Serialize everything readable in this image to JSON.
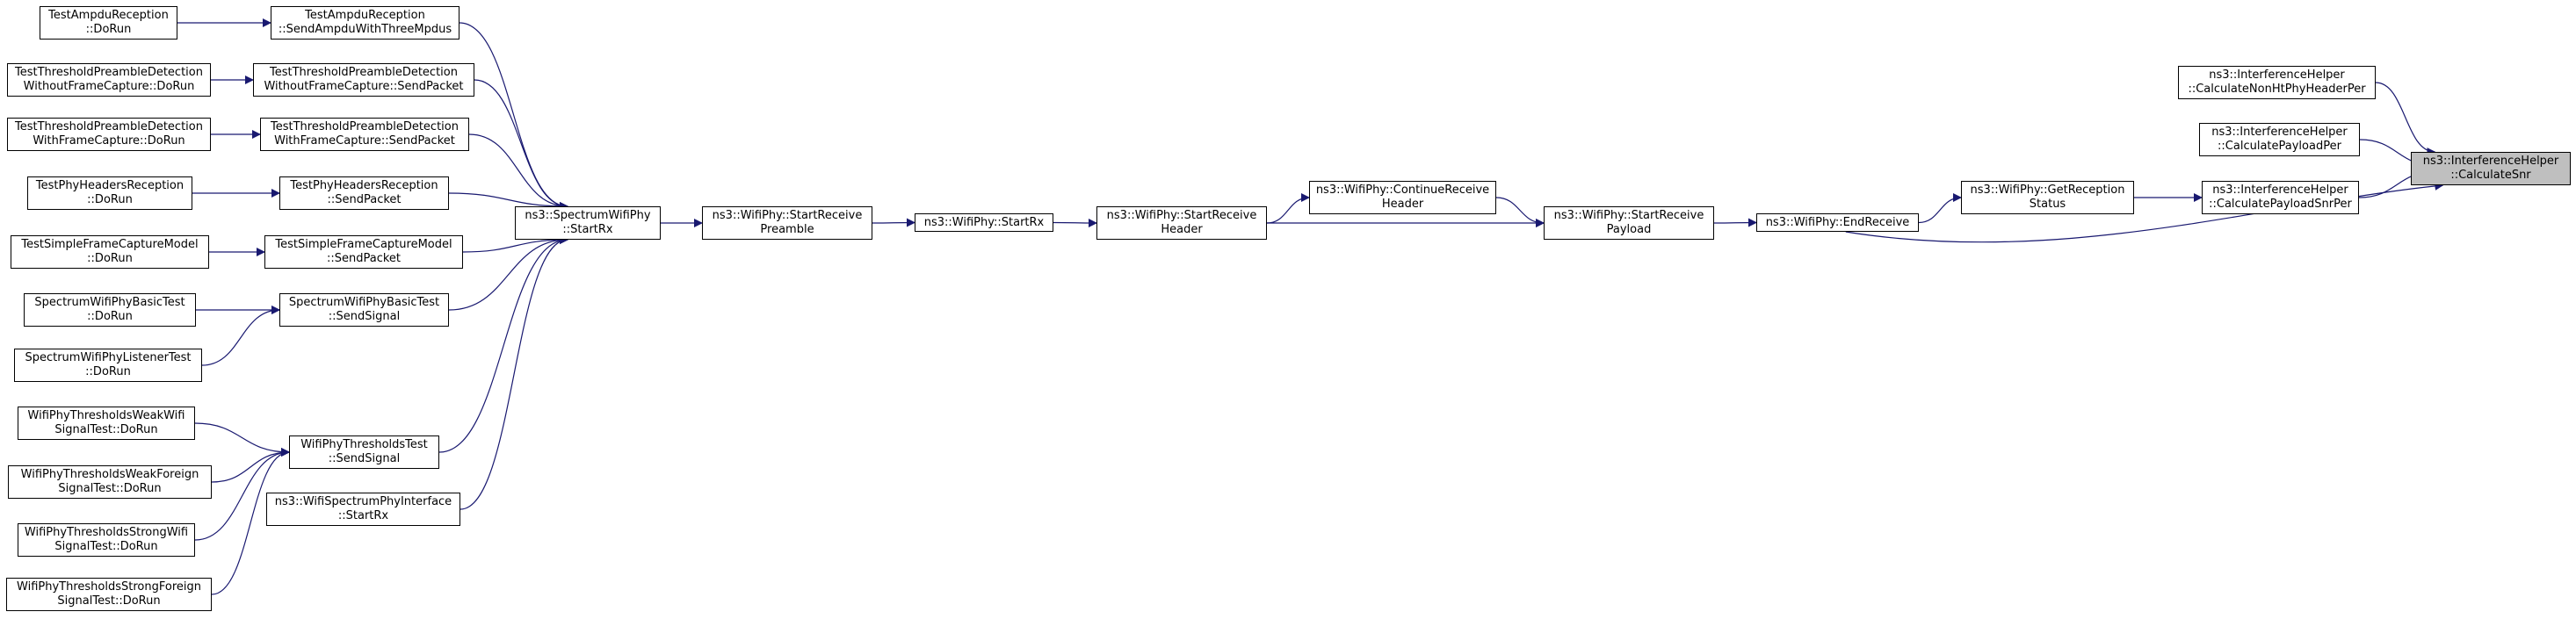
{
  "colors": {
    "edge": "#191970",
    "node_border": "#000000",
    "current_fill": "#bfbfbf"
  },
  "nodes": {
    "ampdu_dorun": {
      "lines": [
        "TestAmpduReception",
        "::DoRun"
      ]
    },
    "ampdu_send": {
      "lines": [
        "TestAmpduReception",
        "::SendAmpduWithThreeMpdus"
      ]
    },
    "tpdwo_dorun": {
      "lines": [
        "TestThresholdPreambleDetection",
        "WithoutFrameCapture::DoRun"
      ]
    },
    "tpdwo_send": {
      "lines": [
        "TestThresholdPreambleDetection",
        "WithoutFrameCapture::SendPacket"
      ]
    },
    "tpdw_dorun": {
      "lines": [
        "TestThresholdPreambleDetection",
        "WithFrameCapture::DoRun"
      ]
    },
    "tpdw_send": {
      "lines": [
        "TestThresholdPreambleDetection",
        "WithFrameCapture::SendPacket"
      ]
    },
    "phyhdr_dorun": {
      "lines": [
        "TestPhyHeadersReception",
        "::DoRun"
      ]
    },
    "phyhdr_send": {
      "lines": [
        "TestPhyHeadersReception",
        "::SendPacket"
      ]
    },
    "sfc_dorun": {
      "lines": [
        "TestSimpleFrameCaptureModel",
        "::DoRun"
      ]
    },
    "sfc_send": {
      "lines": [
        "TestSimpleFrameCaptureModel",
        "::SendPacket"
      ]
    },
    "swpb_dorun": {
      "lines": [
        "SpectrumWifiPhyBasicTest",
        "::DoRun"
      ]
    },
    "swpb_send": {
      "lines": [
        "SpectrumWifiPhyBasicTest",
        "::SendSignal"
      ]
    },
    "swpl_dorun": {
      "lines": [
        "SpectrumWifiPhyListenerTest",
        "::DoRun"
      ]
    },
    "wpt_send": {
      "lines": [
        "WifiPhyThresholdsTest",
        "::SendSignal"
      ]
    },
    "wptww_dorun": {
      "lines": [
        "WifiPhyThresholdsWeakWifi",
        "SignalTest::DoRun"
      ]
    },
    "wptwf_dorun": {
      "lines": [
        "WifiPhyThresholdsWeakForeign",
        "SignalTest::DoRun"
      ]
    },
    "wptsw_dorun": {
      "lines": [
        "WifiPhyThresholdsStrongWifi",
        "SignalTest::DoRun"
      ]
    },
    "wptsf_dorun": {
      "lines": [
        "WifiPhyThresholdsStrongForeign",
        "SignalTest::DoRun"
      ]
    },
    "wspi_startrx": {
      "lines": [
        "ns3::WifiSpectrumPhyInterface",
        "::StartRx"
      ]
    },
    "swp_startrx": {
      "lines": [
        "ns3::SpectrumWifiPhy",
        "::StartRx"
      ]
    },
    "start_preamble": {
      "lines": [
        "ns3::WifiPhy::StartReceive",
        "Preamble"
      ]
    },
    "startrx": {
      "lines": [
        "ns3::WifiPhy::StartRx"
      ]
    },
    "start_header": {
      "lines": [
        "ns3::WifiPhy::StartReceive",
        "Header"
      ]
    },
    "continue_header": {
      "lines": [
        "ns3::WifiPhy::ContinueReceive",
        "Header"
      ]
    },
    "start_payload": {
      "lines": [
        "ns3::WifiPhy::StartReceive",
        "Payload"
      ]
    },
    "end_receive": {
      "lines": [
        "ns3::WifiPhy::EndReceive"
      ]
    },
    "get_status": {
      "lines": [
        "ns3::WifiPhy::GetReception",
        "Status"
      ]
    },
    "calc_payload_snrper": {
      "lines": [
        "ns3::InterferenceHelper",
        "::CalculatePayloadSnrPer"
      ]
    },
    "calc_payload_per": {
      "lines": [
        "ns3::InterferenceHelper",
        "::CalculatePayloadPer"
      ]
    },
    "calc_nonht_per": {
      "lines": [
        "ns3::InterferenceHelper",
        "::CalculateNonHtPhyHeaderPer"
      ]
    },
    "calc_snr": {
      "lines": [
        "ns3::InterferenceHelper",
        "::CalculateSnr"
      ]
    }
  },
  "edges": [
    [
      "ampdu_dorun",
      "ampdu_send"
    ],
    [
      "tpdwo_dorun",
      "tpdwo_send"
    ],
    [
      "tpdw_dorun",
      "tpdw_send"
    ],
    [
      "phyhdr_dorun",
      "phyhdr_send"
    ],
    [
      "sfc_dorun",
      "sfc_send"
    ],
    [
      "swpb_dorun",
      "swpb_send"
    ],
    [
      "swpl_dorun",
      "swpb_send"
    ],
    [
      "wptww_dorun",
      "wpt_send"
    ],
    [
      "wptwf_dorun",
      "wpt_send"
    ],
    [
      "wptsw_dorun",
      "wpt_send"
    ],
    [
      "wptsf_dorun",
      "wpt_send"
    ],
    [
      "ampdu_send",
      "swp_startrx"
    ],
    [
      "tpdwo_send",
      "swp_startrx"
    ],
    [
      "tpdw_send",
      "swp_startrx"
    ],
    [
      "phyhdr_send",
      "swp_startrx"
    ],
    [
      "sfc_send",
      "swp_startrx"
    ],
    [
      "swpb_send",
      "swp_startrx"
    ],
    [
      "wpt_send",
      "swp_startrx"
    ],
    [
      "wspi_startrx",
      "swp_startrx"
    ],
    [
      "swp_startrx",
      "start_preamble"
    ],
    [
      "start_preamble",
      "startrx"
    ],
    [
      "startrx",
      "start_header"
    ],
    [
      "start_header",
      "continue_header"
    ],
    [
      "start_header",
      "start_payload"
    ],
    [
      "continue_header",
      "start_payload"
    ],
    [
      "start_payload",
      "end_receive"
    ],
    [
      "end_receive",
      "get_status"
    ],
    [
      "end_receive",
      "calc_snr"
    ],
    [
      "get_status",
      "calc_payload_snrper"
    ],
    [
      "calc_payload_snrper",
      "calc_snr"
    ],
    [
      "calc_payload_per",
      "calc_snr"
    ],
    [
      "calc_nonht_per",
      "calc_snr"
    ]
  ]
}
